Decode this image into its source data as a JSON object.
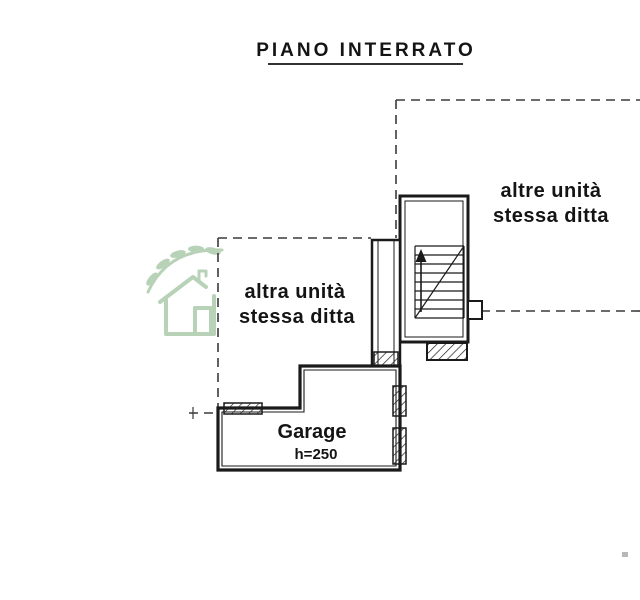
{
  "title": "PIANO INTERRATO",
  "labels": {
    "right_unit_line1": "altre unità",
    "right_unit_line2": "stessa ditta",
    "left_unit_line1": "altra unità",
    "left_unit_line2": "stessa ditta",
    "garage": "Garage",
    "garage_height": "h=250"
  },
  "plan": {
    "floor": "basement",
    "stairs_direction": "up"
  },
  "colors": {
    "ink": "#1a1a1a",
    "boundary_dashed": "#3a3a3a",
    "watermark_green": "#7fae7f",
    "paper": "#ffffff"
  }
}
